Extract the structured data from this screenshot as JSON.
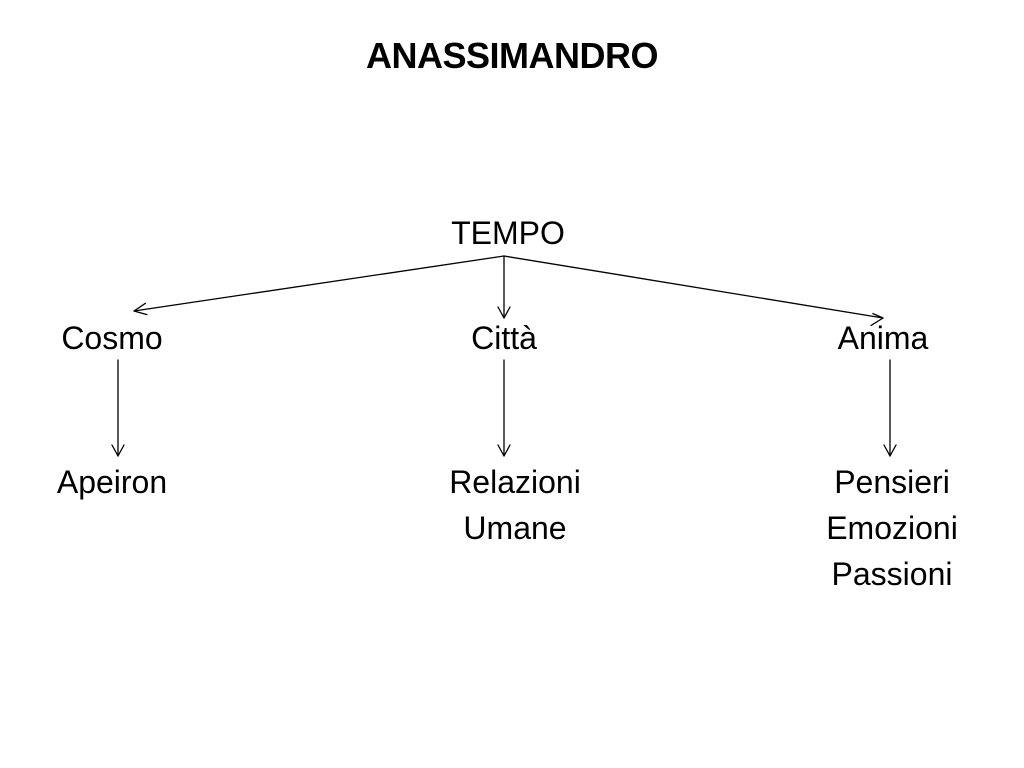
{
  "slide": {
    "title": "ANASSIMANDRO"
  },
  "diagram": {
    "root": {
      "label": "TEMPO"
    },
    "branches": [
      {
        "label": "Cosmo",
        "children": [
          "Apeiron"
        ]
      },
      {
        "label": "Città",
        "children": [
          "Relazioni",
          "Umane"
        ]
      },
      {
        "label": "Anima",
        "children": [
          "Pensieri",
          "Emozioni",
          "Passioni"
        ]
      }
    ]
  },
  "colors": {
    "text": "#000000",
    "arrows": "#000000",
    "background": "#ffffff"
  }
}
